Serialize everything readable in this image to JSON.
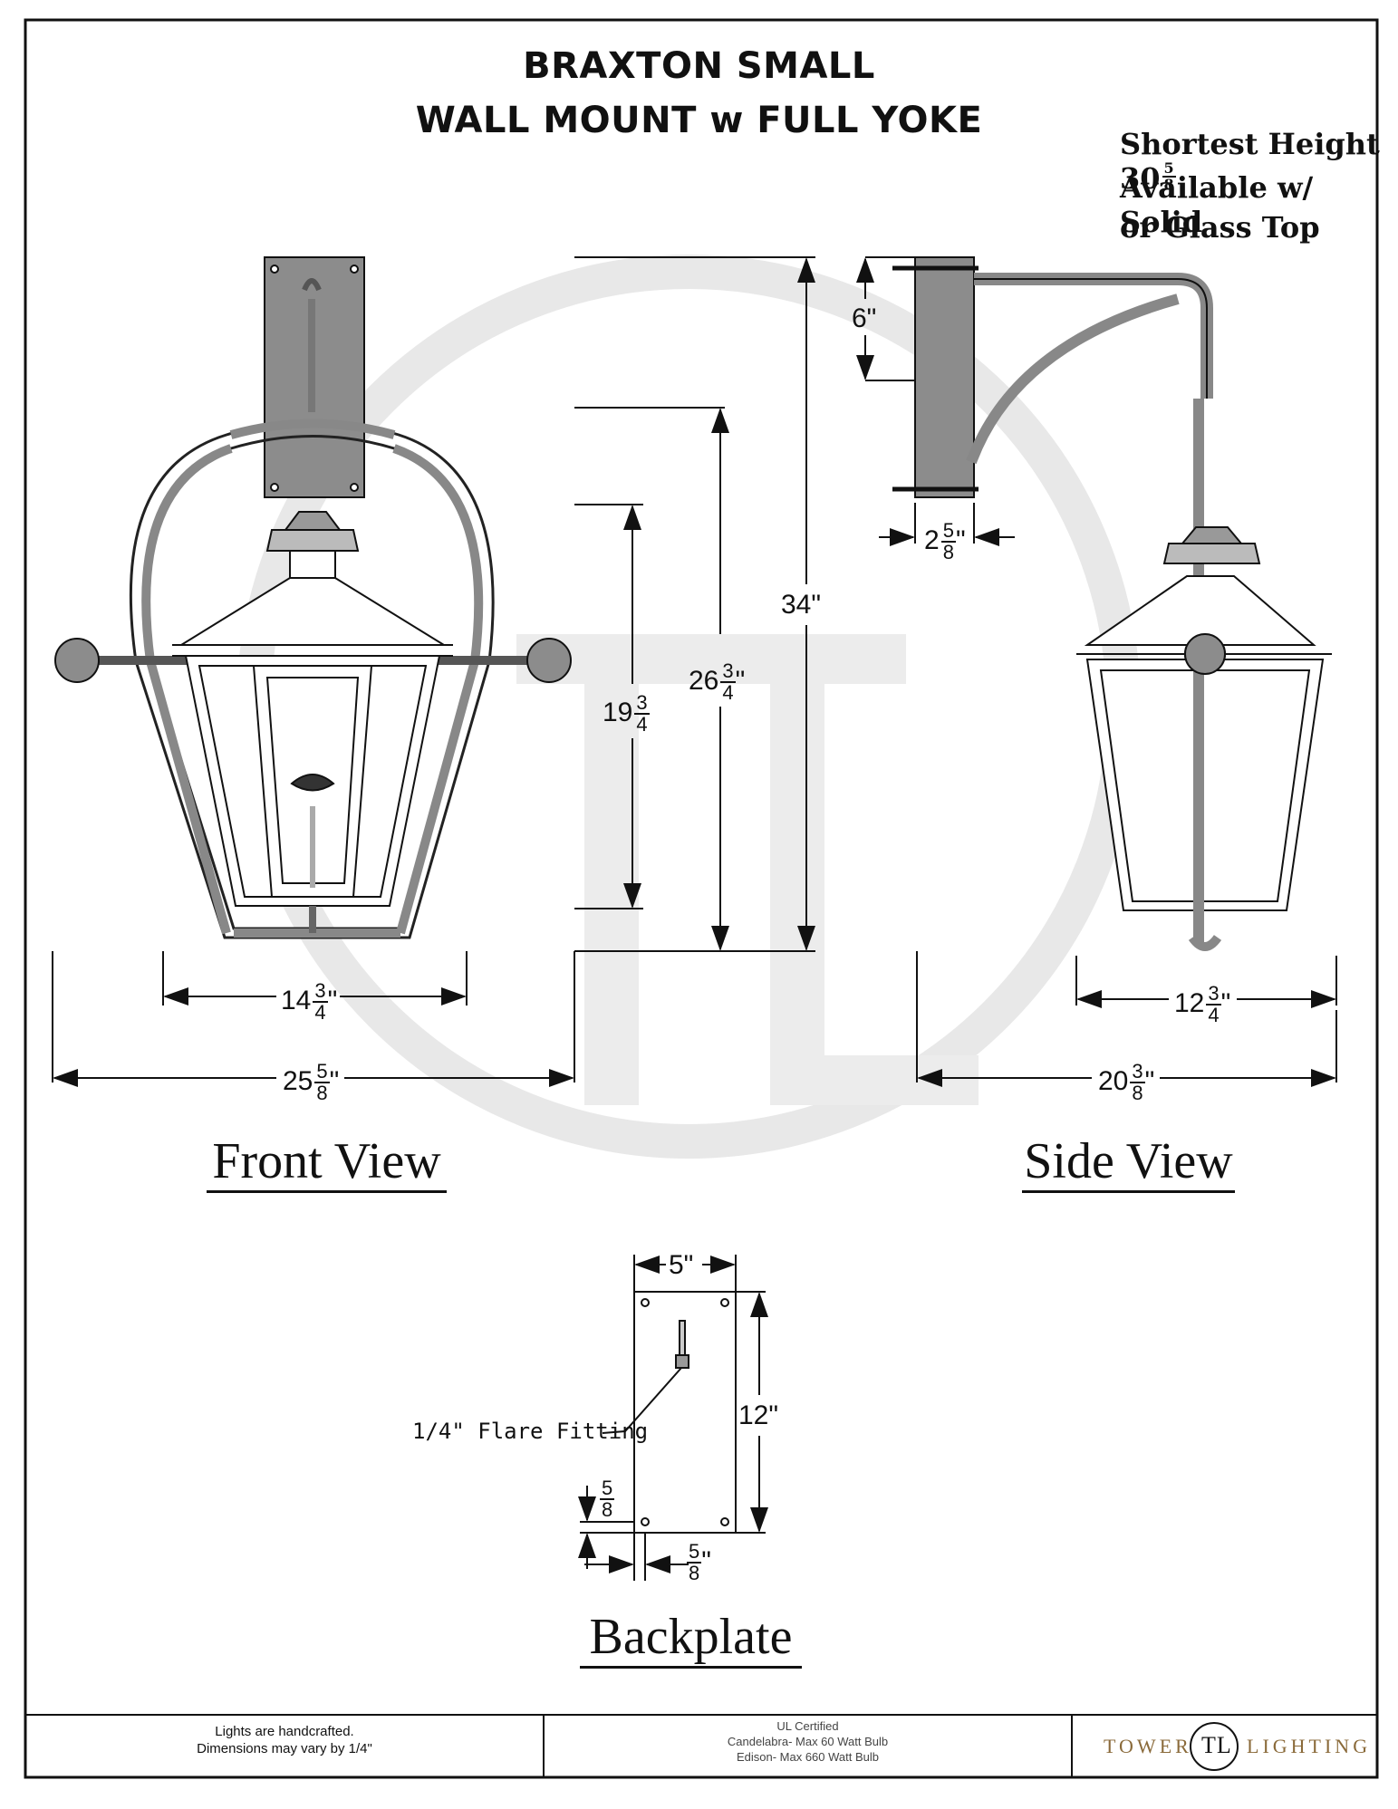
{
  "title": {
    "line1": "BRAXTON SMALL",
    "line2": "WALL MOUNT w FULL YOKE"
  },
  "notes": {
    "shortest_height_label": "Shortest Height 30",
    "shortest_height_num": "5",
    "shortest_height_den": "8",
    "available_line1": "Available w/ Solid",
    "available_line2": "or Glass Top"
  },
  "views": {
    "front": "Front View",
    "side": "Side View",
    "backplate": "Backplate"
  },
  "dimensions": {
    "front_width_inner": {
      "whole": "14",
      "num": "3",
      "den": "4"
    },
    "front_width_outer": {
      "whole": "25",
      "num": "5",
      "den": "8"
    },
    "height_body": {
      "whole": "19",
      "num": "3",
      "den": "4"
    },
    "height_mid": {
      "whole": "26",
      "num": "3",
      "den": "4"
    },
    "height_total": "34\"",
    "arm_offset": "6\"",
    "plate_depth": {
      "whole": "2",
      "num": "5",
      "den": "8"
    },
    "side_width_inner": {
      "whole": "12",
      "num": "3",
      "den": "4"
    },
    "side_width_outer": {
      "whole": "20",
      "num": "3",
      "den": "8"
    },
    "backplate_width": "5\"",
    "backplate_height": "12\"",
    "backplate_edge_v": {
      "num": "5",
      "den": "8"
    },
    "backplate_edge_h": {
      "num": "5",
      "den": "8"
    }
  },
  "flare_fitting": "1/4\" Flare Fitting",
  "footer": {
    "left_line1": "Lights are handcrafted.",
    "left_line2": "Dimensions may vary by 1/4\"",
    "mid_line1": "UL Certified",
    "mid_line2": "Candelabra- Max 60 Watt Bulb",
    "mid_line3": "Edison- Max 660 Watt Bulb",
    "brand_left": "TOWER",
    "brand_right": "LIGHTING",
    "brand_monogram": "TL"
  },
  "colors": {
    "line": "#111111",
    "watermark": "#e6e6e6",
    "metal": "#8c8c8c",
    "brand": "#8a6a3a"
  }
}
